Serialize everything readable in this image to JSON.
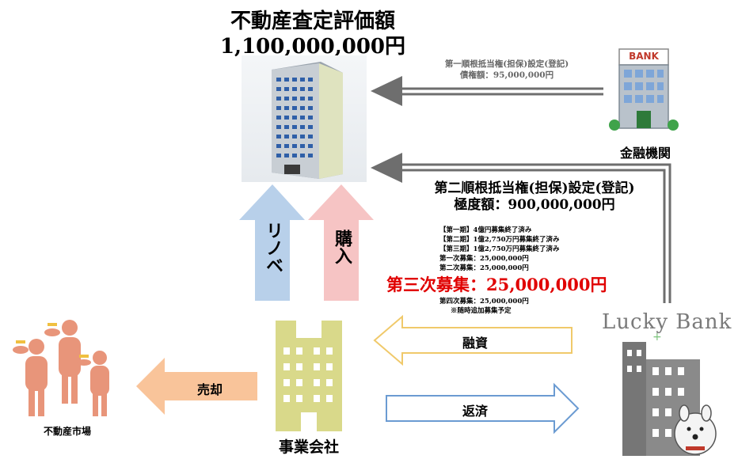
{
  "header": {
    "title": "不動産査定評価額",
    "amount": "1,100,000,000円"
  },
  "bank_mortgage": {
    "line1": "第一順根抵当権(担保)設定(登記)",
    "line2": "債権額：95,000,000円"
  },
  "bank_label": "金融機関",
  "bank_sign": "BANK",
  "second_mortgage": {
    "line1": "第二順根抵当権(担保)設定(登記)",
    "line2": "極度額：900,000,000円"
  },
  "funding_list": [
    "【第一期】4億円募集終了済み",
    "【第二期】1億2,750万円募集終了済み",
    "【第三期】1億2,750万円募集終了済み",
    "第一次募集：25,000,000円",
    "第二次募集：25,000,000円"
  ],
  "highlight": "第三次募集：25,000,000円",
  "funding_list_after": [
    "第四次募集：25,000,000円",
    "※随時追加募集予定"
  ],
  "vertical_arrows": {
    "left": "リノベ",
    "right": "購入"
  },
  "lucky_bank": "Lucky Bank",
  "flows": {
    "finance": "融資",
    "repay": "返済",
    "sell": "売却"
  },
  "company_label": "事業会社",
  "market_label": "不動産市場",
  "colors": {
    "blue_arrow": "#b8d0ea",
    "pink_arrow": "#f6c4c4",
    "yellow_outline": "#f0c96a",
    "blue_outline": "#6b9bd2",
    "orange_arrow": "#f9c49a",
    "gray_arrow": "#6e6e6e",
    "red_text": "#e00000",
    "person": "#e8957a",
    "company_building": "#d9d98a"
  }
}
